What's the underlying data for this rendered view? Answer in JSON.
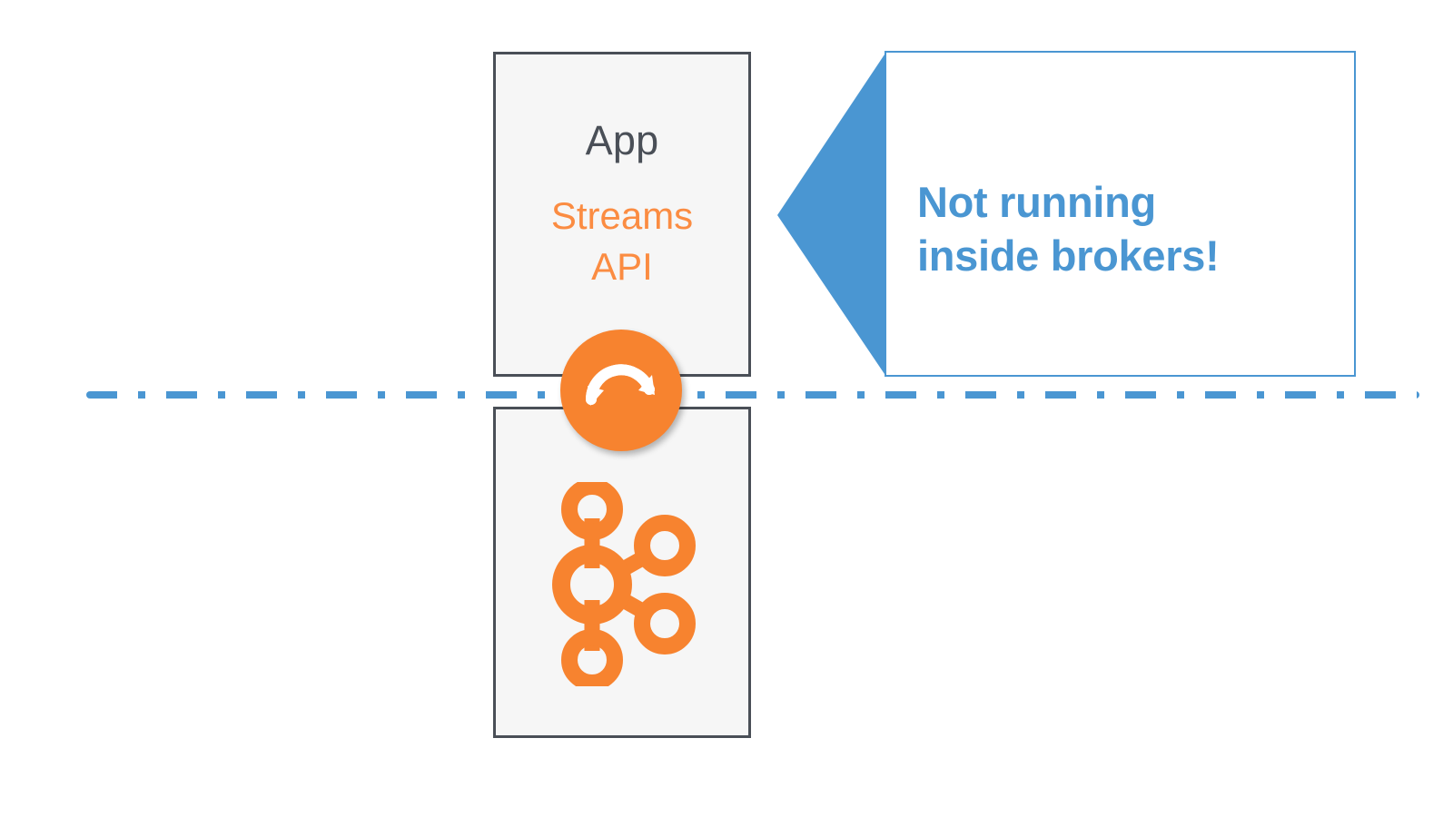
{
  "diagram": {
    "title": "Kafka Streams API application boundary diagram",
    "app_node": {
      "title": "App",
      "subtitle_line1": "Streams",
      "subtitle_line2": "API",
      "fill_color": "#F6F6F6",
      "border_color": "#4A4F57",
      "title_color": "#4A4F57",
      "subtitle_color": "#FB8C42"
    },
    "broker_node": {
      "logo_name": "apache-kafka-logo",
      "fill_color": "#F6F6F6",
      "border_color": "#4A4F57",
      "logo_color": "#F7832F"
    },
    "sync_badge": {
      "icon_name": "sync-refresh-icon",
      "background_color": "#F7832F",
      "glyph_color": "#FFFFFF"
    },
    "divider": {
      "style": "dash-dot",
      "color": "#4A96D2",
      "label": "process-boundary-line"
    },
    "callout": {
      "line1": "Not running",
      "line2": "inside brokers!",
      "text_color": "#4A96D2",
      "border_color": "#4A96D2",
      "fill_color": "#FFFFFF",
      "arrow_name": "callout-arrow-left",
      "arrow_color": "#4A96D2"
    }
  }
}
